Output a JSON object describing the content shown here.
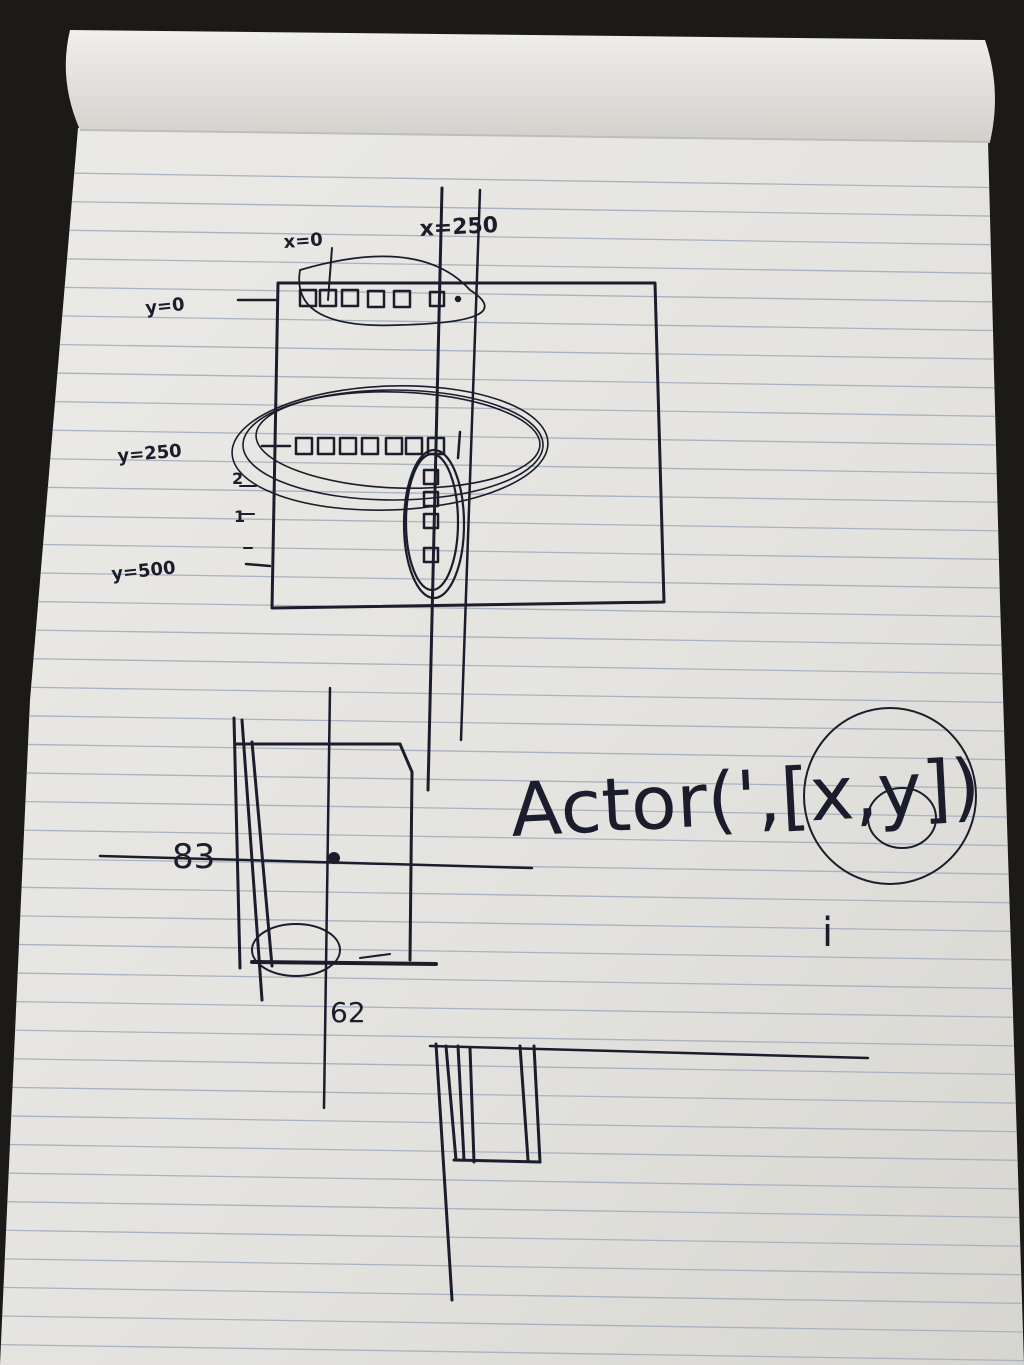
{
  "photo": {
    "subject": "notepad-sketch",
    "colors": {
      "background": "#1b1a18",
      "paper": "#e9e8e4",
      "paper_shadow": "#c9c7c2",
      "rule_line": "#a9b2bf",
      "ink": "#1b1d2c"
    }
  },
  "sketch": {
    "labels": {
      "x_left": "x=0",
      "x_right": "x=250",
      "y_top": "y=0",
      "y_mid": "y=250",
      "y_bottom": "y=500",
      "tick_upper": "2",
      "tick_lower": "1"
    },
    "detail": {
      "value_left": "83",
      "value_bottom": "62"
    },
    "formula": {
      "text": "Actor(',[x,y])",
      "note": "i"
    }
  }
}
